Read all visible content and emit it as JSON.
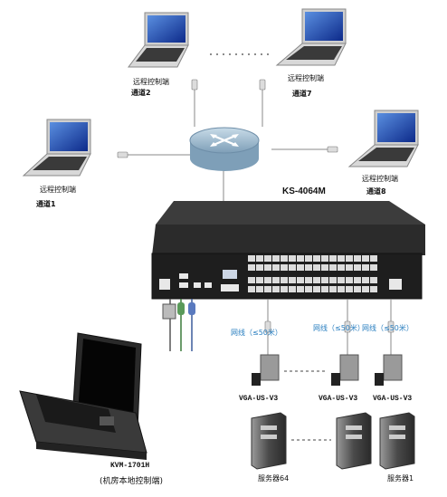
{
  "laptops": [
    {
      "label": "远程控制端",
      "channel": "通道2"
    },
    {
      "label": "远程控制端",
      "channel": "通道7"
    },
    {
      "label": "远程控制端",
      "channel": "通道1"
    },
    {
      "label": "远程控制端",
      "channel": "通道8"
    }
  ],
  "switch": {
    "model": "KS-4064M"
  },
  "cables": [
    {
      "text": "网线（≤50米）"
    },
    {
      "text": "网线（≤50米）"
    },
    {
      "text": "网线（≤50米）"
    }
  ],
  "adapters": [
    {
      "model": "VGA-US-V3"
    },
    {
      "model": "VGA-US-V3"
    },
    {
      "model": "VGA-US-V3"
    }
  ],
  "servers": [
    {
      "label": "服务器64"
    },
    {
      "label": "服务器1"
    }
  ],
  "console": {
    "model": "KVM-1701H",
    "desc": "(机房本地控制端)"
  },
  "colors": {
    "cable_blue": "#2a7fc0",
    "router_blue": "#8fb0c8",
    "device_dark": "#2a2a2a"
  }
}
